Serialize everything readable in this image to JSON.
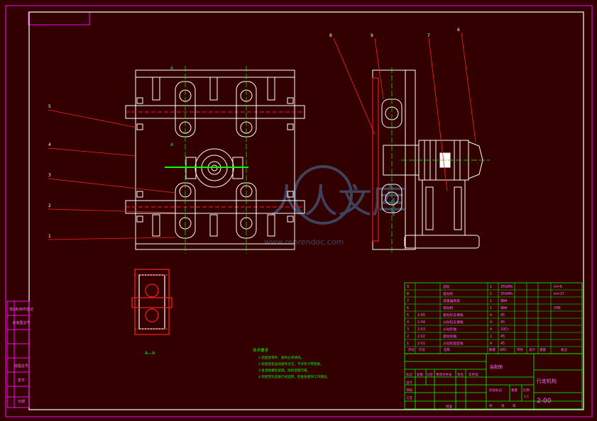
{
  "colors": {
    "background": "#330000",
    "border_magenta": "#ff00ff",
    "frame_white": "#ffffff",
    "line_red": "#ff2020",
    "table_green": "#00ff00",
    "center_green": "#00ff00",
    "text_yellow": "#ffff66",
    "watermark_blue": "#4a78a8"
  },
  "callouts": {
    "c5": "5",
    "c4": "4",
    "c3": "3",
    "c2": "2",
    "c1": "1",
    "c8": "8",
    "c9": "9",
    "c7": "7",
    "c6": "6"
  },
  "section_labels": {
    "a_top": "A",
    "a_bottom": "A",
    "section_title": "A—A"
  },
  "watermark": {
    "brand": "人人文库",
    "url": "www.renrendoc.com"
  },
  "parts_list": [
    {
      "no": "9",
      "code": "",
      "name": "齿轮",
      "qty": "1",
      "material": "35SiMn",
      "note": "m=6"
    },
    {
      "no": "8",
      "code": "",
      "name": "驱动轮",
      "qty": "1",
      "material": "35SiMn",
      "note": "m=17"
    },
    {
      "no": "7",
      "code": "",
      "name": "减速器底座",
      "qty": "1",
      "material": "钢材",
      "note": ""
    },
    {
      "no": "6",
      "code": "",
      "name": "电动机",
      "qty": "1",
      "material": "钢材",
      "note": "外购"
    },
    {
      "no": "5",
      "code": "2-05",
      "name": "驱动轮支撑板",
      "qty": "4",
      "material": "45",
      "note": ""
    },
    {
      "no": "4",
      "code": "2-04",
      "name": "从动轮支撑板",
      "qty": "4",
      "material": "45",
      "note": ""
    },
    {
      "no": "3",
      "code": "2-03",
      "name": "从动轮轴",
      "qty": "4",
      "material": "20Cr",
      "note": ""
    },
    {
      "no": "2",
      "code": "2-02",
      "name": "驱动轮轴",
      "qty": "2",
      "material": "45",
      "note": ""
    },
    {
      "no": "1",
      "code": "2-01",
      "name": "从动轮固定板",
      "qty": "4",
      "material": "45",
      "note": ""
    }
  ],
  "parts_header": [
    "序号",
    "代号",
    "名称",
    "数量",
    "材料",
    "单件",
    "总计",
    "重量",
    "备注"
  ],
  "tech_requirements": {
    "title": "技术要求",
    "items": [
      "1.装配前零件、部件必须清洗。",
      "2.装配后各运动部件灵活，不许有卡死现象。",
      "3.各连接螺栓紧固，防松措施可靠，",
      "4.装配完毕后进行试运转，检查各部件工作情况。"
    ]
  },
  "title_block": {
    "designer_label": "设计",
    "checker_label": "审核",
    "process_label": "工艺",
    "approve_label": "批准",
    "mark_label": "标记",
    "count_label": "处数",
    "zone_label": "分区",
    "change_doc_label": "更改文件号",
    "sign_label": "签名",
    "date_label": "年月日",
    "company": "装配图",
    "stage_mark_label": "阶段标记",
    "weight_label": "重量",
    "scale_label": "比例",
    "scale_value": "1:1",
    "sheet_total_label": "共",
    "sheet_label": "张",
    "sheet_no_label": "第",
    "drawing_name": "行走机构",
    "drawing_no": "2-00"
  },
  "side_stamps": [
    "借(通)用件登记",
    "旧底图总号",
    "底图总号",
    "签字",
    "日期"
  ]
}
